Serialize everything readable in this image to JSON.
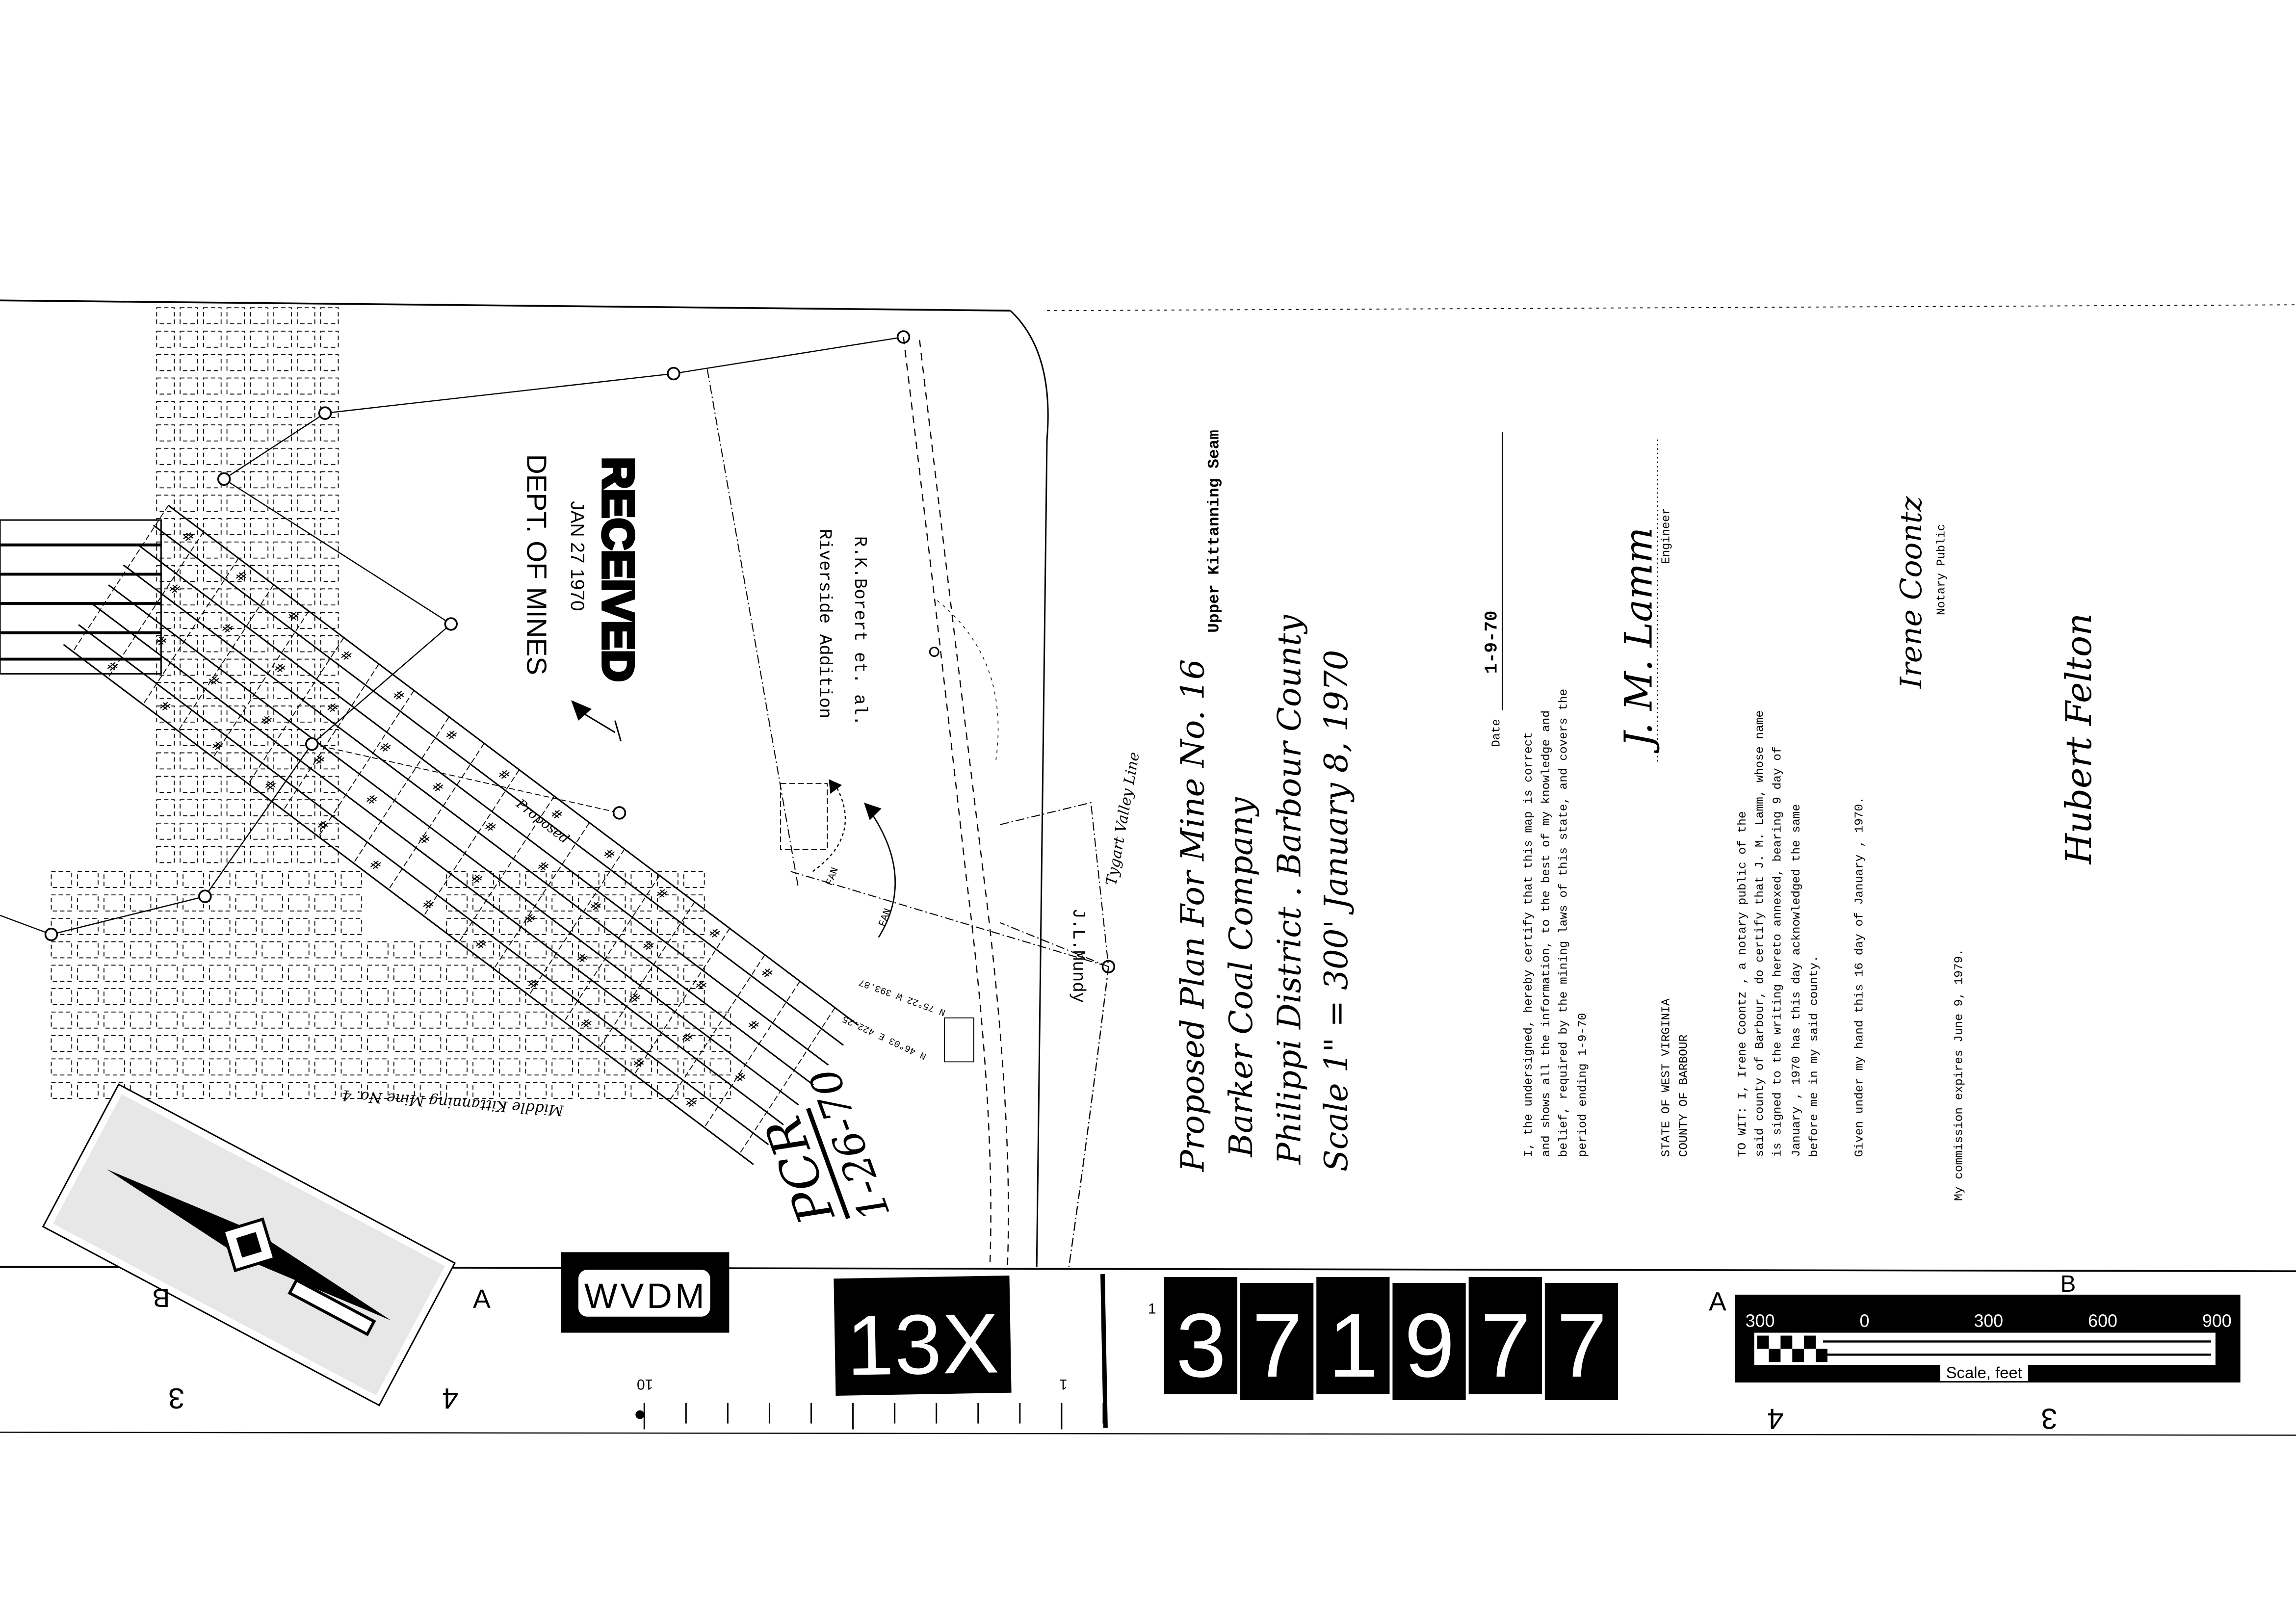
{
  "stamp": {
    "title": "RECEIVED",
    "date": "JAN 27 1970",
    "department": "DEPT. OF MINES"
  },
  "map_labels": {
    "riverside": "Riverside Addition",
    "borert": "R.K.Borert et. al.",
    "mundy": "J.L.Mundy",
    "valley_line": "Tygart Valley Line",
    "old_mine": "Middle Kittanning Mine No. 4",
    "fan_1": "FAN",
    "fan_2": "FAN",
    "bearing_1": "N 75°22 W 393.87",
    "bearing_2": "N 46°03 E 422.25",
    "proposed": "Proposed",
    "pcr": "PCR",
    "pcr_date": "1-26-70"
  },
  "title_block": {
    "line1": "Proposed Plan For Mine No. 16",
    "seam": "Upper Kittanning Seam",
    "line2": "Barker Coal Company",
    "line3": "Philippi District . Barbour County",
    "line4": "Scale 1\" = 300'   January 8, 1970"
  },
  "certificate": {
    "date_label": "Date",
    "date_value": "1-9-70",
    "lines": [
      "I, the undersigned, hereby certify that this map is correct",
      "and shows all the information, to the best of my knowledge and",
      "belief, required by the mining laws of this state, and covers the",
      "period ending  1-9-70"
    ],
    "engineer_signature": "J. M. Lamm",
    "engineer_label": "Engineer",
    "state": "STATE OF WEST VIRGINIA",
    "county": "COUNTY OF BARBOUR",
    "notary_lines": [
      "TO WIT: I,  Irene Coontz , a notary public of the",
      "said county of Barbour, do certify that J. M. Lamm, whose name",
      "is signed to the writing hereto annexed, bearing  9  day of",
      "January , 1970 has this day acknowledged the same",
      "before me in my said county."
    ],
    "given_line": "Given under my hand this  16  day of  January , 1970.",
    "notary_signature": "Irene Coontz",
    "notary_label": "Notary Public",
    "commission": "My commission expires  June 9, 1979.",
    "approval_signature": "Hubert Felton"
  },
  "archive_strip": {
    "letter_a_left": "A",
    "letter_b_left": "B",
    "num_3_left": "3",
    "num_4_left": "4",
    "agency": "WVDM",
    "reduction": "13X",
    "ruler_10": "10",
    "ruler_1": "1",
    "ruler_1_top": "1",
    "document_number": [
      "3",
      "7",
      "1",
      "9",
      "7",
      "7"
    ],
    "letter_a_right": "A",
    "letter_b_right": "B",
    "num_4_right": "4",
    "num_3_right": "3",
    "scale_ticks": [
      "300",
      "0",
      "300",
      "600",
      "900"
    ],
    "scale_label": "Scale, feet"
  }
}
